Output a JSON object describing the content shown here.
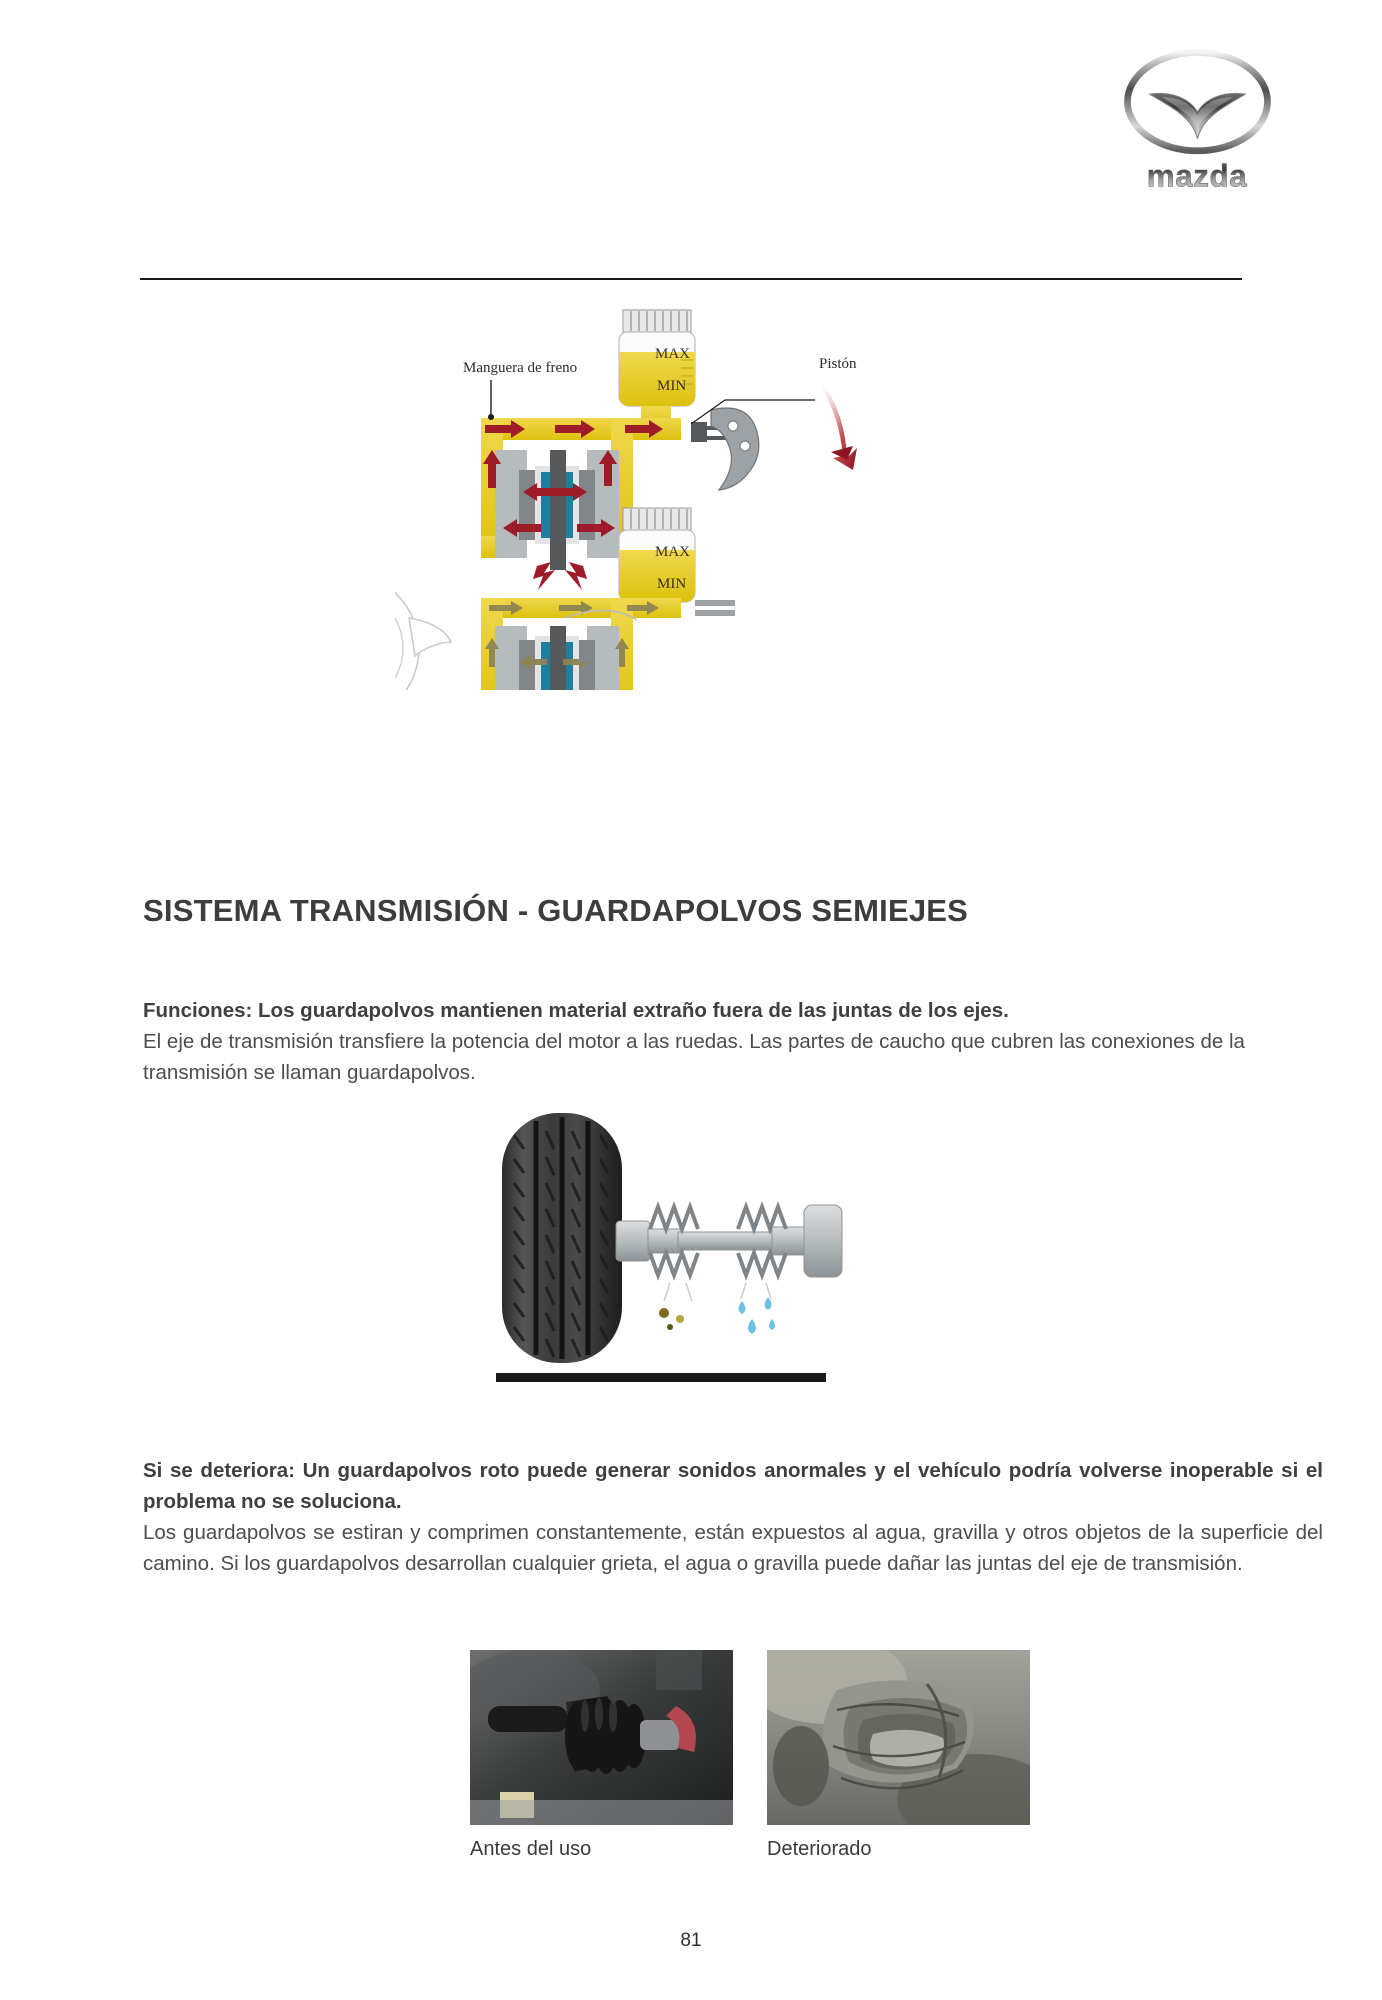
{
  "header": {
    "brand_name": "mazda",
    "emblem_name": "mazda-emblem"
  },
  "brake_diagram": {
    "labels": {
      "hose": "Manguera de freno",
      "piston": "Pistón",
      "reservoir_max": "MAX",
      "reservoir_min": "MIN"
    },
    "colors": {
      "fluid": "#e8c41a",
      "fluid_dark": "#d8b714",
      "arrow": "#9e1b28",
      "pad": "#1b7fa0",
      "metal": "#8d9296",
      "metal_dark": "#4e5255",
      "rotor": "#555a5d"
    }
  },
  "section": {
    "title": "SISTEMA TRANSMISIÓN - GUARDAPOLVOS SEMIEJES"
  },
  "body": {
    "functions_lead": "Funciones: Los guardapolvos mantienen material extraño fuera de las juntas de los ejes.",
    "functions_text": "El eje de transmisión transfiere la potencia del motor a las ruedas. Las partes de caucho que cubren las conexiones de la transmisión se llaman guardapolvos.",
    "deterioro_lead": "Si se deteriora: Un guardapolvos roto puede generar sonidos anormales y el vehículo podría volverse inoperable si el problema no se soluciona.",
    "deterioro_text": "Los guardapolvos se estiran y comprimen constantemente, están expuestos al agua, gravilla y otros objetos de la superficie del camino. Si los guardapolvos desarrollan cualquier grieta, el agua o gravilla puede dañar las juntas del eje de transmisión."
  },
  "photos": {
    "left_caption": "Antes del uso",
    "right_caption": "Deteriorado"
  },
  "footer": {
    "page_number": "81"
  }
}
